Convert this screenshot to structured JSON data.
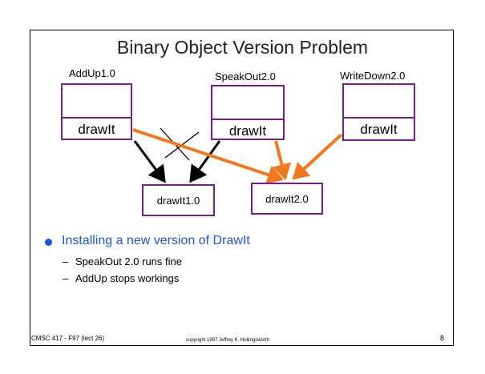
{
  "slide": {
    "title": "Binary Object Version Problem",
    "modules": [
      {
        "name": "AddUp1.0",
        "method": "drawIt"
      },
      {
        "name": "SpeakOut2.0",
        "method": "drawIt"
      },
      {
        "name": "WriteDown2.0",
        "method": "drawIt"
      }
    ],
    "libraries": [
      {
        "name": "drawIt1.0"
      },
      {
        "name": "drawIt2.0"
      }
    ],
    "bullet": {
      "text": "Installing a new version of DrawIt",
      "subitems": [
        {
          "dash": "–",
          "text": "SpeakOut 2.0 runs fine"
        },
        {
          "dash": "–",
          "text": "AddUp stops workings"
        }
      ]
    },
    "footer": {
      "course": "CMSC 417 - F97  (lect 26)",
      "copyright": "copyright 1997 Jeffrey K. Hollingsworth",
      "page": "8"
    },
    "colors": {
      "box_border": "#7a1f8a",
      "old_link": "#000000",
      "new_link": "#f07820",
      "bullet": "#1a55d6"
    }
  }
}
